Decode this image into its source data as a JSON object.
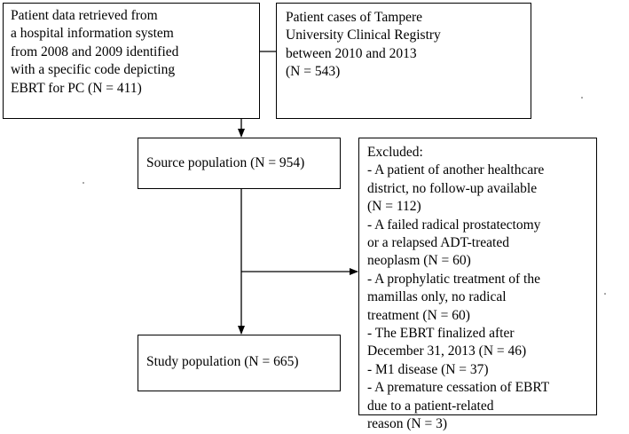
{
  "boxes": {
    "hospital_source": {
      "lines": [
        "Patient data retrieved from",
        "a hospital information system",
        "from 2008 and 2009 identified",
        "with a specific code depicting",
        "EBRT for PC (N = 411)"
      ]
    },
    "registry_source": {
      "lines": [
        "Patient cases of Tampere",
        "University Clinical Registry",
        "between 2010 and 2013",
        "(N = 543)"
      ]
    },
    "source_population": {
      "label": "Source population (N = 954)"
    },
    "study_population": {
      "label": "Study population (N = 665)"
    },
    "excluded": {
      "title": "Excluded:",
      "lines": [
        "- A patient of another healthcare",
        "district, no follow-up available",
        "(N = 112)",
        "- A failed radical prostatectomy",
        "or a relapsed ADT-treated",
        "neoplasm (N = 60)",
        "- A prophylatic treatment of the",
        "mamillas only, no radical",
        "treatment (N = 60)",
        "- The EBRT finalized after",
        "December 31, 2013 (N = 46)",
        "- M1 disease (N = 37)",
        "- A premature cessation of EBRT",
        "due to a patient-related",
        "reason (N = 3)"
      ]
    }
  },
  "colors": {
    "line": "#000000",
    "background": "#ffffff"
  }
}
